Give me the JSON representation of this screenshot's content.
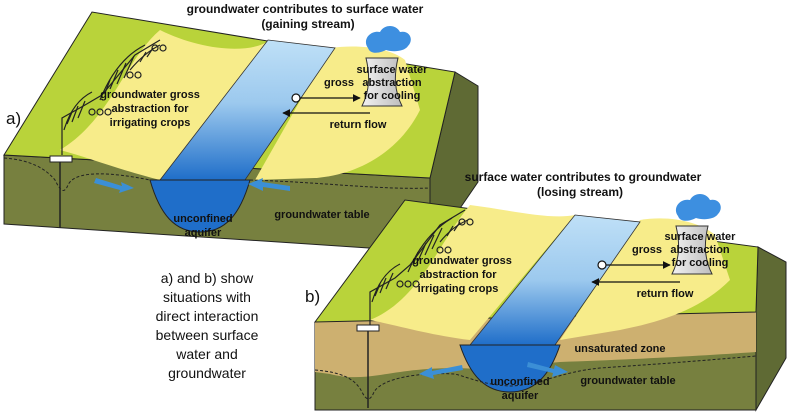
{
  "panel_a": {
    "letter": "a)",
    "title_line1": "groundwater contributes to surface water",
    "title_line2": "(gaining stream)",
    "gw_abstraction_line1": "groundwater  gross",
    "gw_abstraction_line2": "abstraction for",
    "gw_abstraction_line3": "irrigating crops",
    "sw_line1": "surface water",
    "sw_line2_left": "gross",
    "sw_line2_right": "abstraction",
    "sw_line3": "for cooling",
    "return_flow": "return flow",
    "aquifer_line1": "unconfined",
    "aquifer_line2": "aquifer",
    "gw_table": "groundwater table"
  },
  "panel_b": {
    "letter": "b)",
    "title_line1": "surface water contributes to groundwater",
    "title_line2": "(losing stream)",
    "gw_abstraction_line1": "groundwater gross",
    "gw_abstraction_line2": "abstraction for",
    "gw_abstraction_line3": "irrigating crops",
    "sw_line1": "surface water",
    "sw_line2_left": "gross",
    "sw_line2_right": "abstraction",
    "sw_line3": "for cooling",
    "return_flow": "return flow",
    "aquifer_line1": "unconfined",
    "aquifer_line2": "aquifer",
    "unsat_zone": "unsaturated zone",
    "gw_table": "groundwater table"
  },
  "caption": {
    "line1": "a) and b) show",
    "line2": "situations with",
    "line3": "direct interaction",
    "line4": "between surface",
    "line5": "water and",
    "line6": "groundwater"
  },
  "colors": {
    "land_top": "#f7ec8a",
    "grass": "#b9d33a",
    "soil_dark": "#77803f",
    "soil_side": "#5f6a34",
    "unsaturated": "#cdb070",
    "river_light": "#a9d2f0",
    "river_dark": "#1f6ec9",
    "arrow": "#3b8fd6",
    "steam": "#3d8fe0"
  }
}
